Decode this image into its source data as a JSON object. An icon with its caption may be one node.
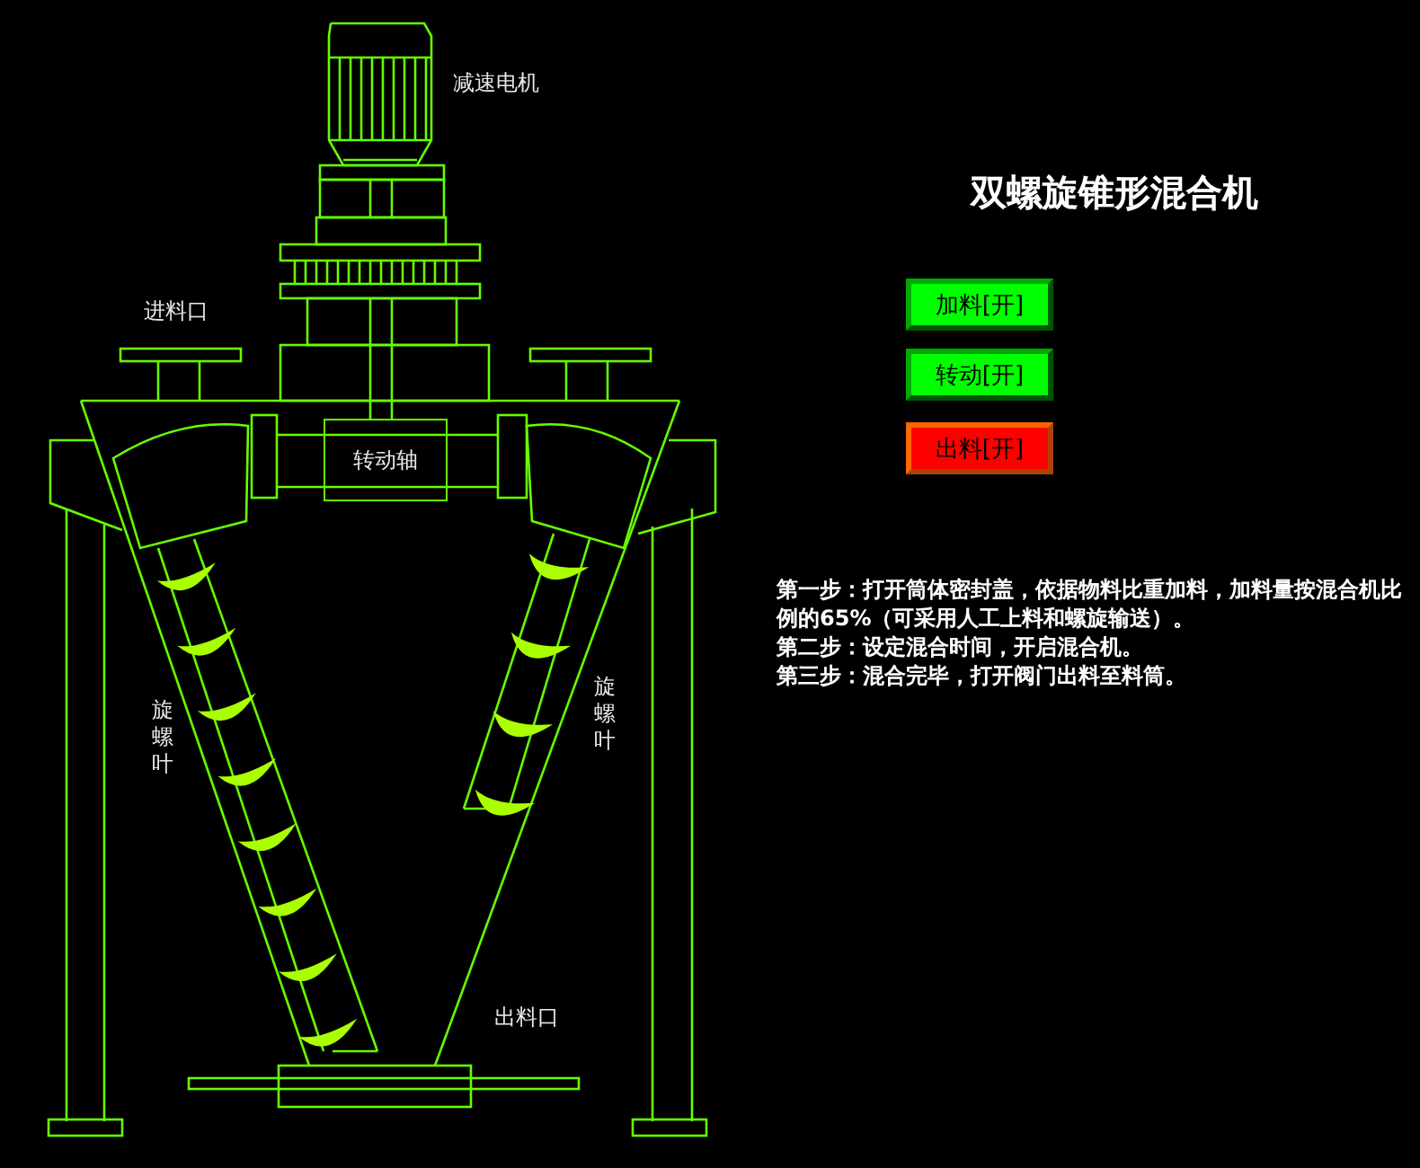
{
  "diagram": {
    "title": "双螺旋锥形混合机",
    "nodes": [
      {
        "text": [
          "转动轴"
        ]
      },
      {
        "text": [
          "加料[开]"
        ]
      },
      {
        "text": [
          "转动[开]"
        ]
      },
      {
        "text": [
          "出料[开]"
        ]
      }
    ],
    "labels": [
      "减速电机",
      "进料口",
      "旋螺叶",
      "旋螺叶",
      "出料口",
      "第一步：打开筒体密封盖，依据物料比重加料，加料量按混合机比例的65%（可采用人工上料和螺旋输送）。",
      "第二步：设定混合时间，开启混合机。",
      "第三步：混合完毕，打开阀门出料至料筒。"
    ]
  }
}
